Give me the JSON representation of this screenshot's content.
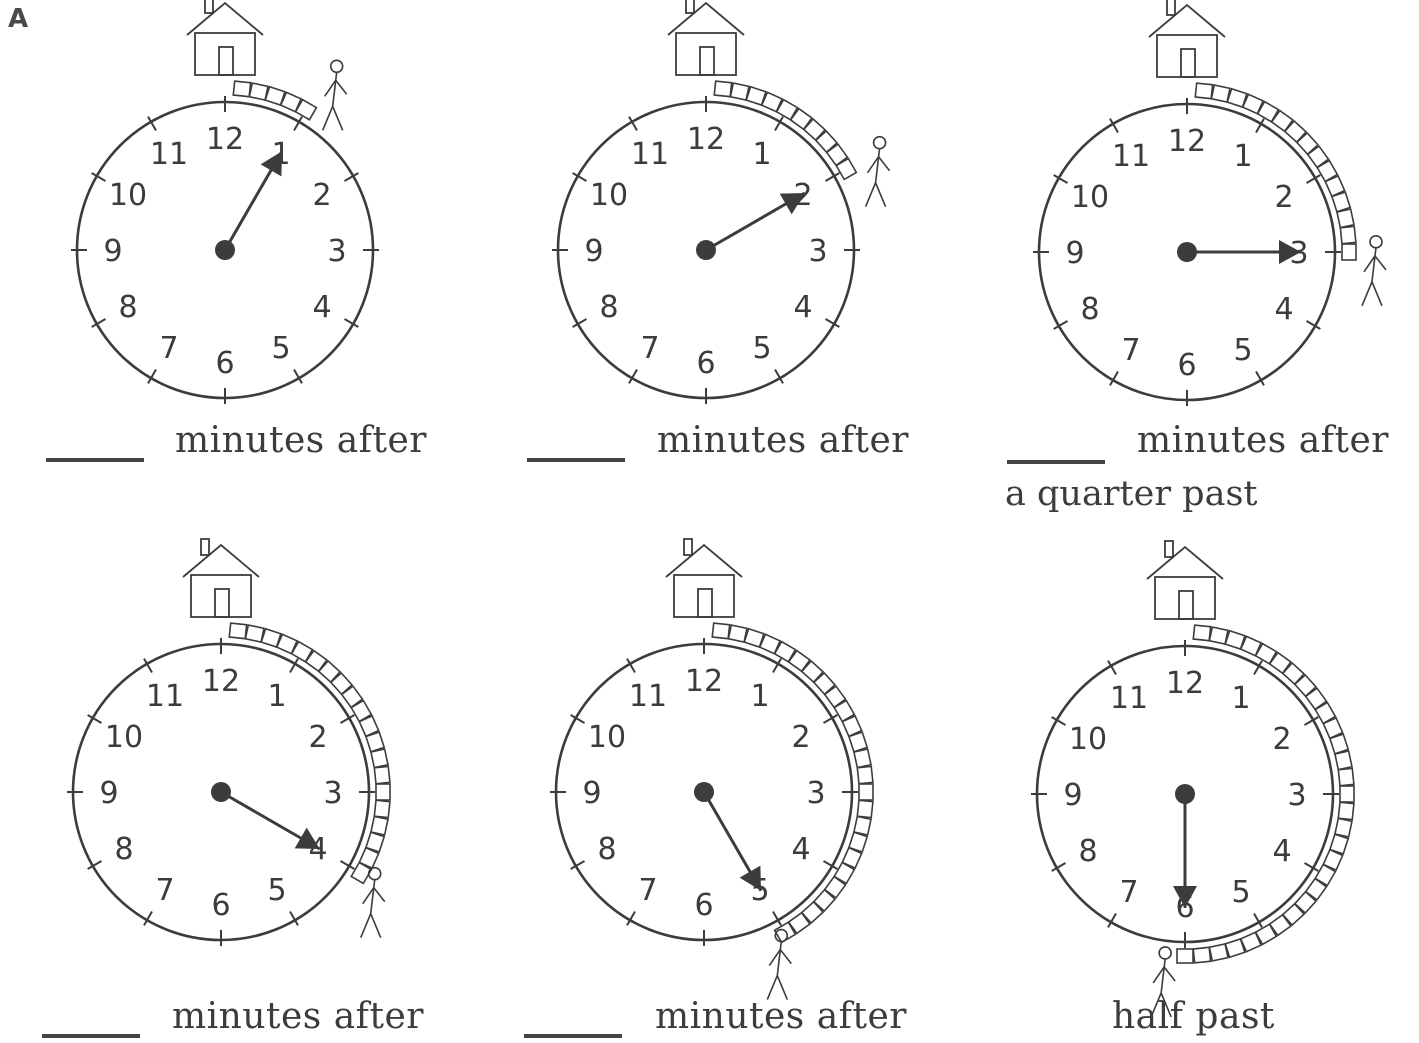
{
  "section_label": "A",
  "clock_numerals": [
    "12",
    "1",
    "2",
    "3",
    "4",
    "5",
    "6",
    "7",
    "8",
    "9",
    "10",
    "11"
  ],
  "clocks": [
    {
      "id": "clock-1",
      "minute_hand_points_to": 1,
      "blocks_walked": 5,
      "caption": "minutes after",
      "has_blank": true,
      "subcaption": ""
    },
    {
      "id": "clock-2",
      "minute_hand_points_to": 2,
      "blocks_walked": 10,
      "caption": "minutes after",
      "has_blank": true,
      "subcaption": ""
    },
    {
      "id": "clock-3",
      "minute_hand_points_to": 3,
      "blocks_walked": 15,
      "caption": "minutes after",
      "has_blank": true,
      "subcaption": "a quarter past"
    },
    {
      "id": "clock-4",
      "minute_hand_points_to": 4,
      "blocks_walked": 20,
      "caption": "minutes after",
      "has_blank": true,
      "subcaption": ""
    },
    {
      "id": "clock-5",
      "minute_hand_points_to": 5,
      "blocks_walked": 25,
      "caption": "minutes after",
      "has_blank": true,
      "subcaption": ""
    },
    {
      "id": "clock-6",
      "minute_hand_points_to": 6,
      "blocks_walked": 30,
      "caption": "half past",
      "has_blank": false,
      "subcaption": ""
    }
  ],
  "colors": {
    "ink": "#3c3c3c",
    "paper": "#ffffff"
  }
}
